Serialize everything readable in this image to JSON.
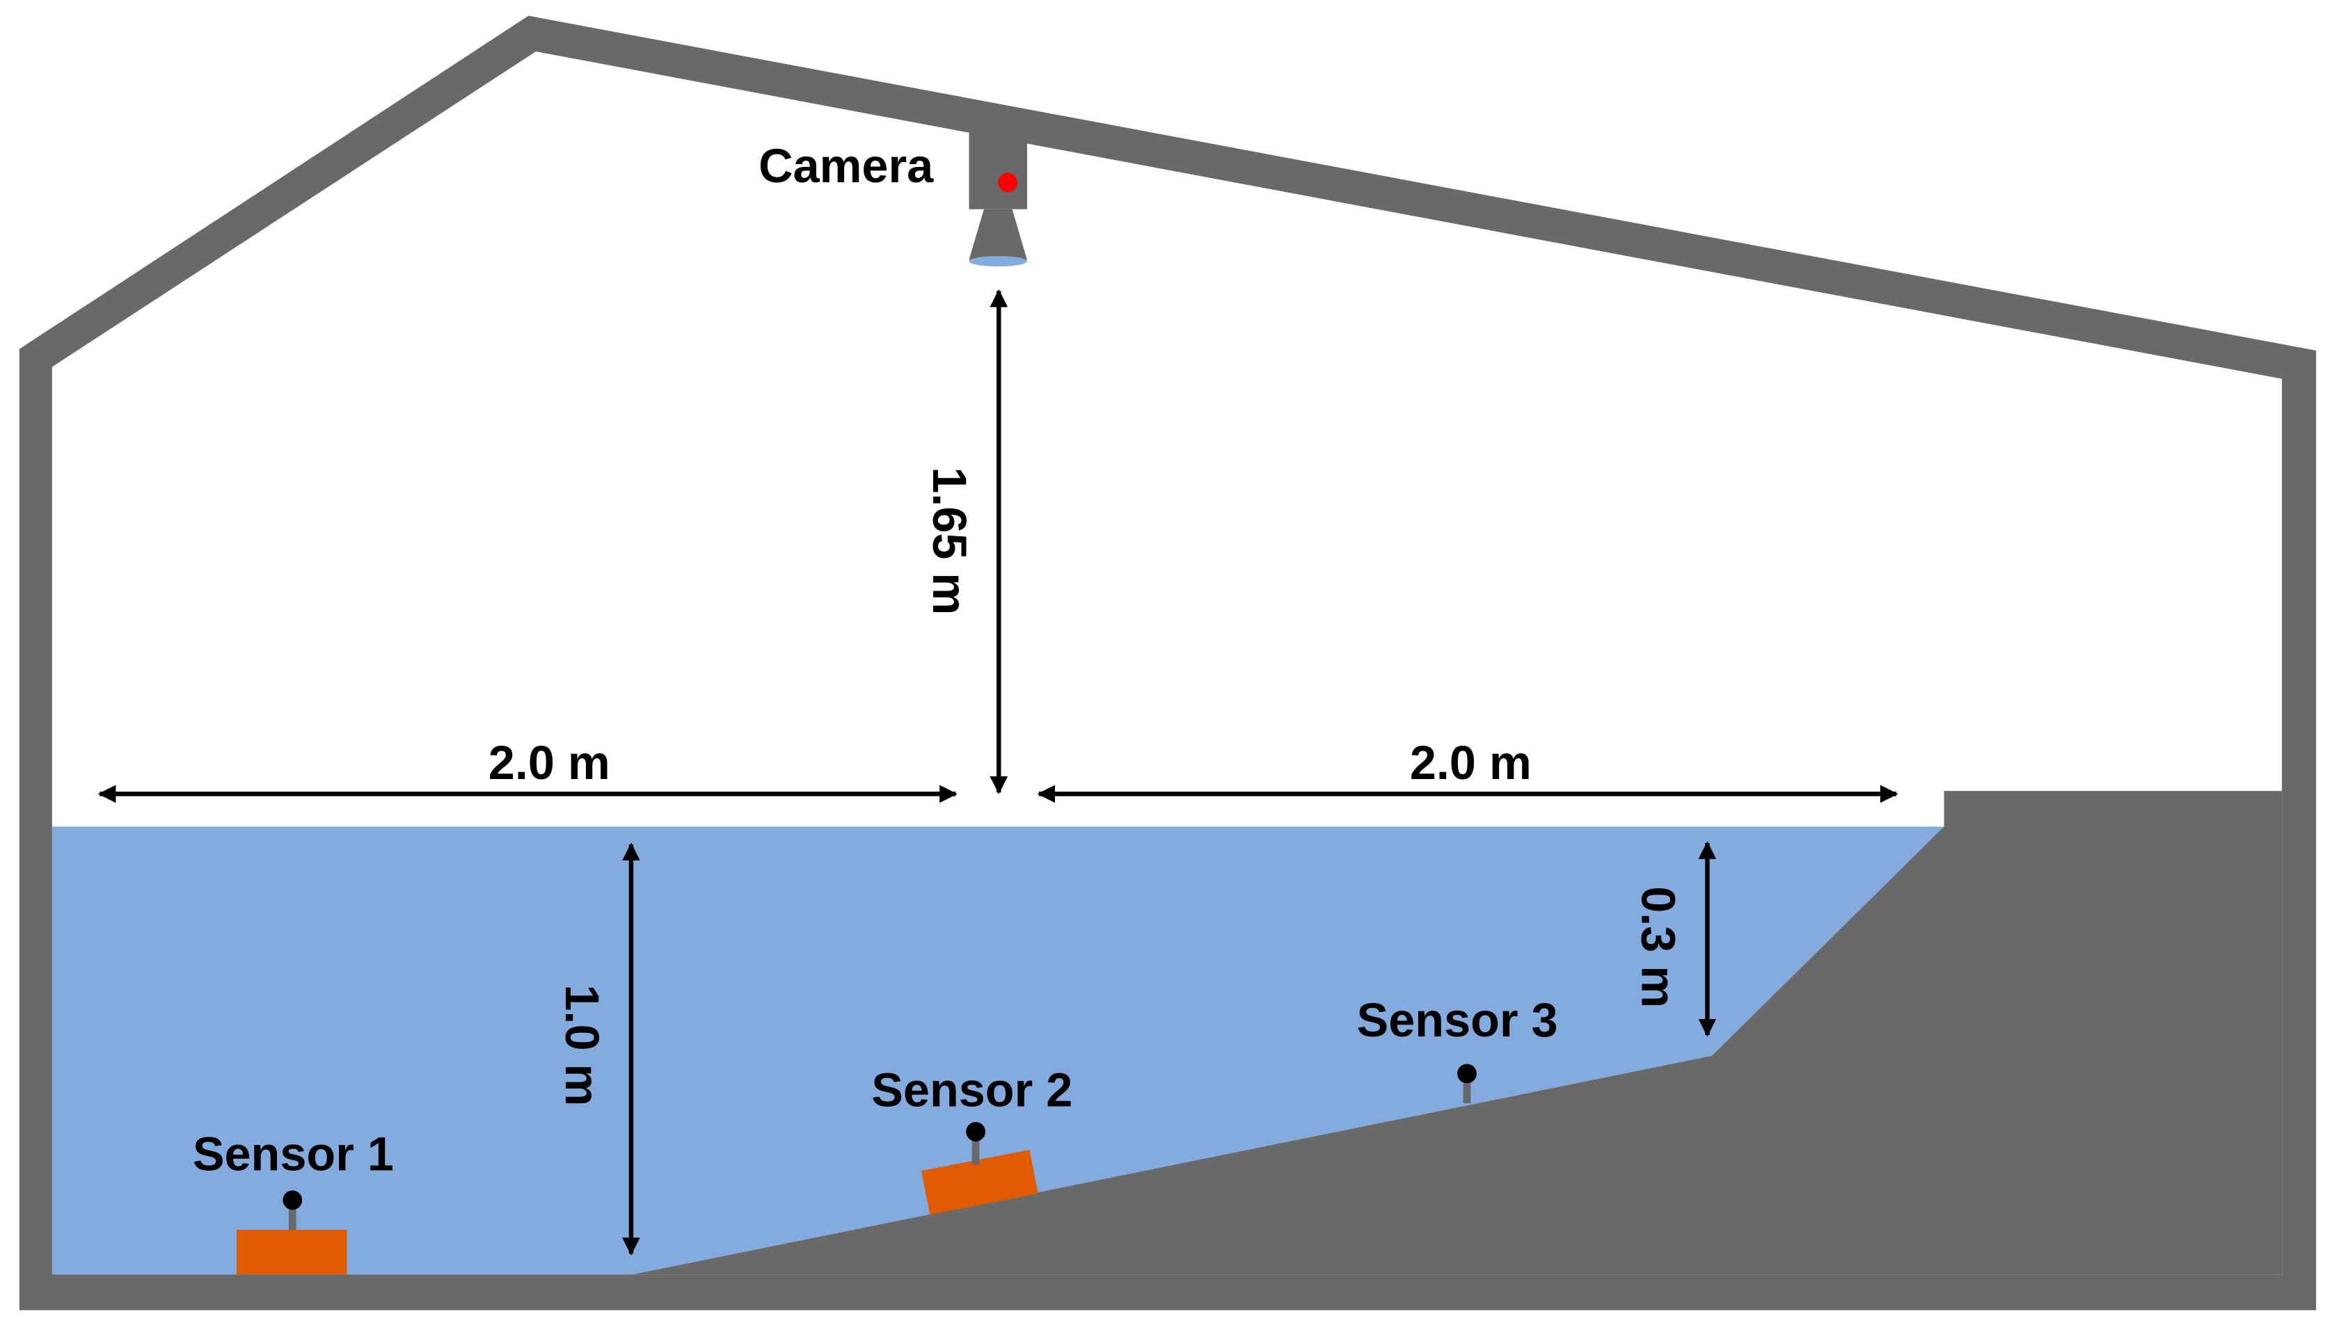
{
  "labels": {
    "camera": "Camera",
    "height_camera": "1.65 m",
    "width_left": "2.0 m",
    "width_right": "2.0 m",
    "depth_deep": "1.0 m",
    "depth_shallow": "0.3 m",
    "sensor1": "Sensor 1",
    "sensor2": "Sensor 2",
    "sensor3": "Sensor 3"
  },
  "colors": {
    "wall": "#696969",
    "water": "#83abde",
    "sensor_body": "#e05a00",
    "camera_dot": "#ff0000",
    "arrow": "#000000"
  }
}
